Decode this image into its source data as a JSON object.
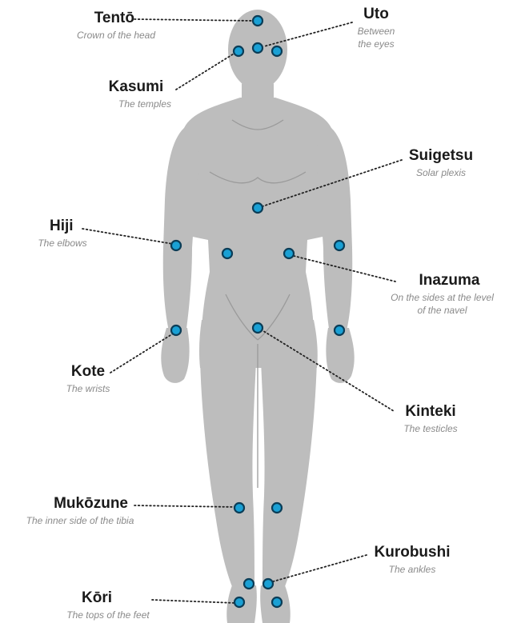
{
  "colors": {
    "body": "#bdbdbd",
    "point_fill": "#1aa0d4",
    "point_stroke": "#0b3d57",
    "label": "#1a1a1a",
    "description": "#8a8a8a"
  },
  "labels": {
    "tento": {
      "name": "Tentō",
      "desc": "Crown of the head"
    },
    "uto": {
      "name": "Uto",
      "desc_line1": "Between",
      "desc_line2": "the eyes"
    },
    "kasumi": {
      "name": "Kasumi",
      "desc": "The temples"
    },
    "suigetsu": {
      "name": "Suigetsu",
      "desc": "Solar plexis"
    },
    "hiji": {
      "name": "Hiji",
      "desc": "The elbows"
    },
    "inazuma": {
      "name": "Inazuma",
      "desc_line1": "On the sides at the level",
      "desc_line2": "of the navel"
    },
    "kote": {
      "name": "Kote",
      "desc": "The wrists"
    },
    "kinteki": {
      "name": "Kinteki",
      "desc": "The testicles"
    },
    "mukozune": {
      "name": "Mukōzune",
      "desc": "The inner side of the tibia"
    },
    "kurobushi": {
      "name": "Kurobushi",
      "desc": "The ankles"
    },
    "kori": {
      "name": "Kōri",
      "desc": "The tops of the feet"
    }
  }
}
